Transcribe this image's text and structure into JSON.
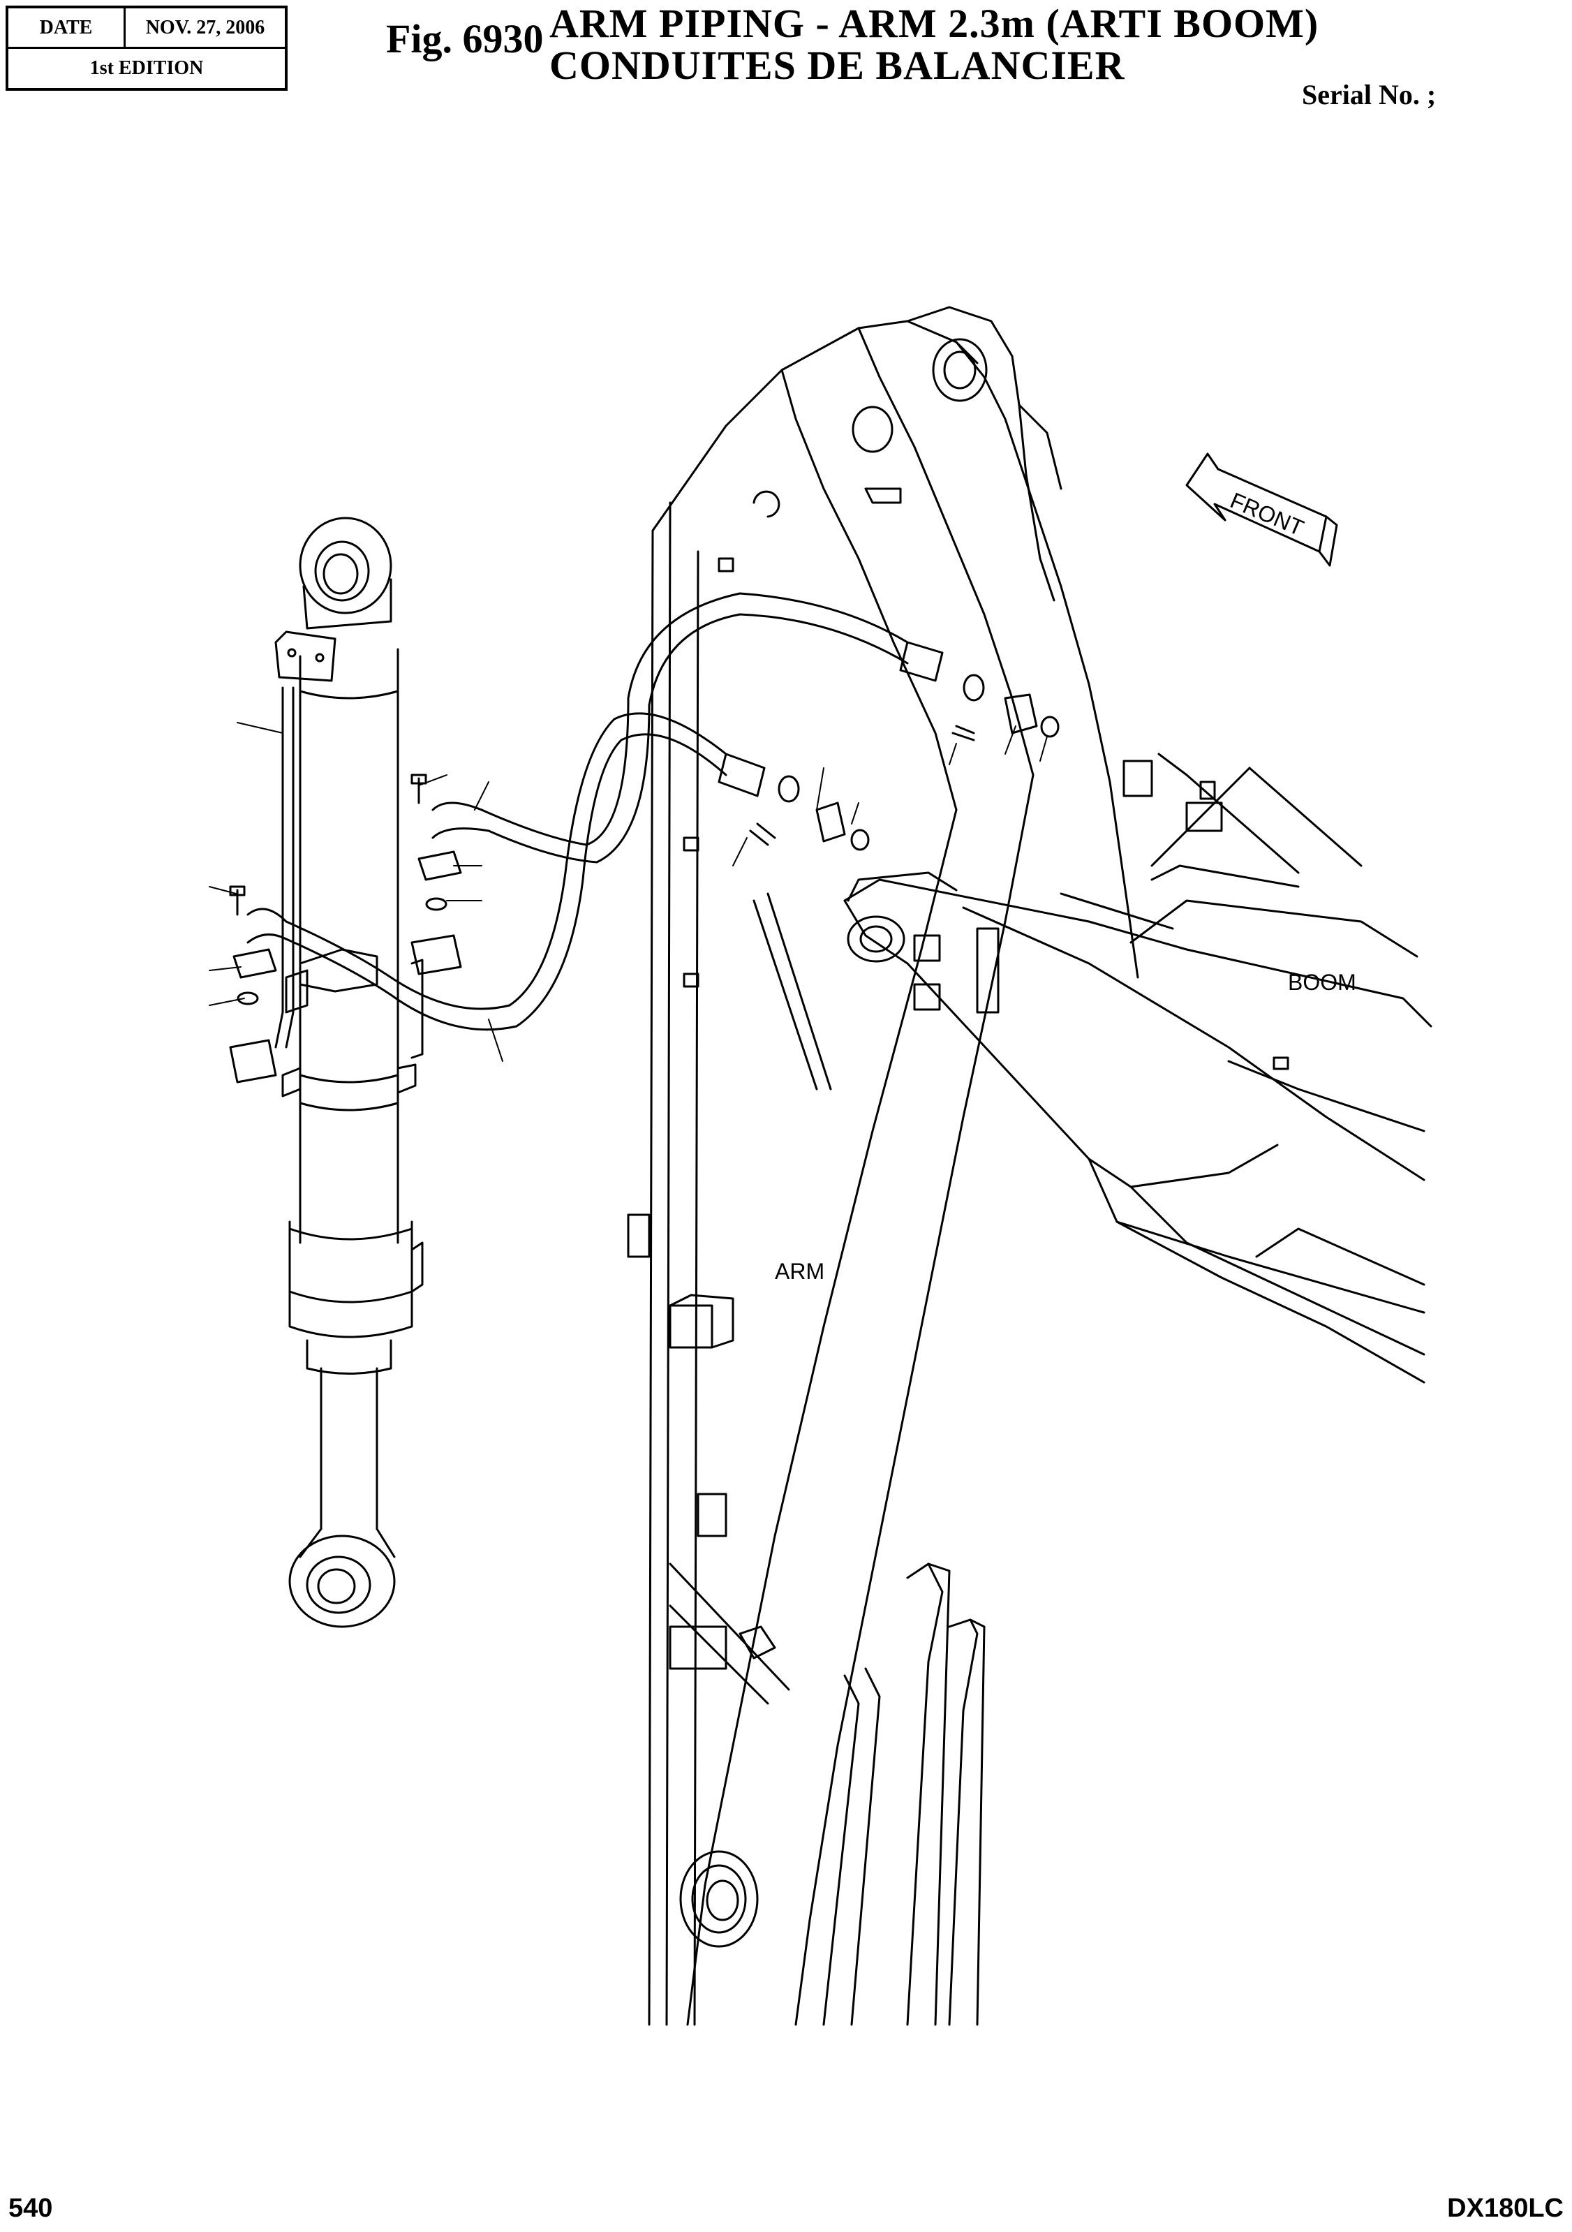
{
  "header": {
    "date_label": "DATE",
    "date_value": "NOV. 27, 2006",
    "edition": "1st EDITION",
    "figure_number": "Fig. 6930",
    "title_line1": "ARM PIPING - ARM 2.3m (ARTI BOOM)",
    "title_line2": "CONDUITES DE BALANCIER",
    "serial": "Serial No. ;"
  },
  "drawing": {
    "front_label": "FRONT",
    "boom_label": "BOOM",
    "arm_label": "ARM"
  },
  "footer": {
    "page_number": "540",
    "model": "DX180LC"
  }
}
